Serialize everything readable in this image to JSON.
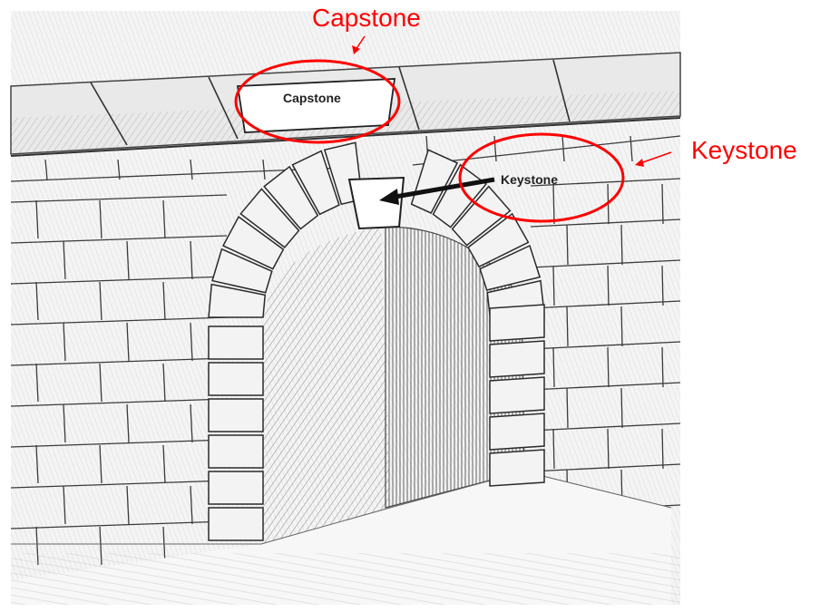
{
  "annotations": {
    "capstone": "Capstone",
    "keystone": "Keystone"
  },
  "drawing_labels": {
    "capstone": "Capstone",
    "keystone": "Keystone"
  },
  "colors": {
    "annotation": "#ff0000",
    "ink": "#2a2a2a",
    "paper": "#ffffff"
  }
}
